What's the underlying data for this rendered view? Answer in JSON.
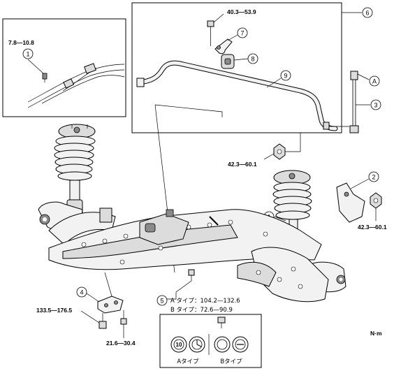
{
  "callouts": [
    {
      "num": "1",
      "torque": "7.8—10.8"
    },
    {
      "num": "2",
      "torque": ""
    },
    {
      "num": "3",
      "torque": ""
    },
    {
      "num": "4",
      "torque": ""
    },
    {
      "num": "5",
      "torque": ""
    },
    {
      "num": "6",
      "torque": ""
    },
    {
      "num": "7",
      "torque": ""
    },
    {
      "num": "8",
      "torque": ""
    },
    {
      "num": "9",
      "torque": ""
    }
  ],
  "letter_callouts": [
    "A",
    "A"
  ],
  "torques": {
    "stabilizer_bracket_bolt": "40.3—53.9",
    "link_nut_lower": "42.3—60.1",
    "link_nut_right": "42.3—60.1",
    "bracket_bolt_big": "133.5—176.5",
    "bracket_bolt_small": "21.6—30.4"
  },
  "bolt_types": {
    "a_line": "A タイプ：104.2—132.6",
    "b_line": "B タイプ：72.6—90.9",
    "a_caption": "Aタイプ",
    "b_caption": "Bタイプ",
    "a_head_mark": "10"
  },
  "unit": "N·m"
}
